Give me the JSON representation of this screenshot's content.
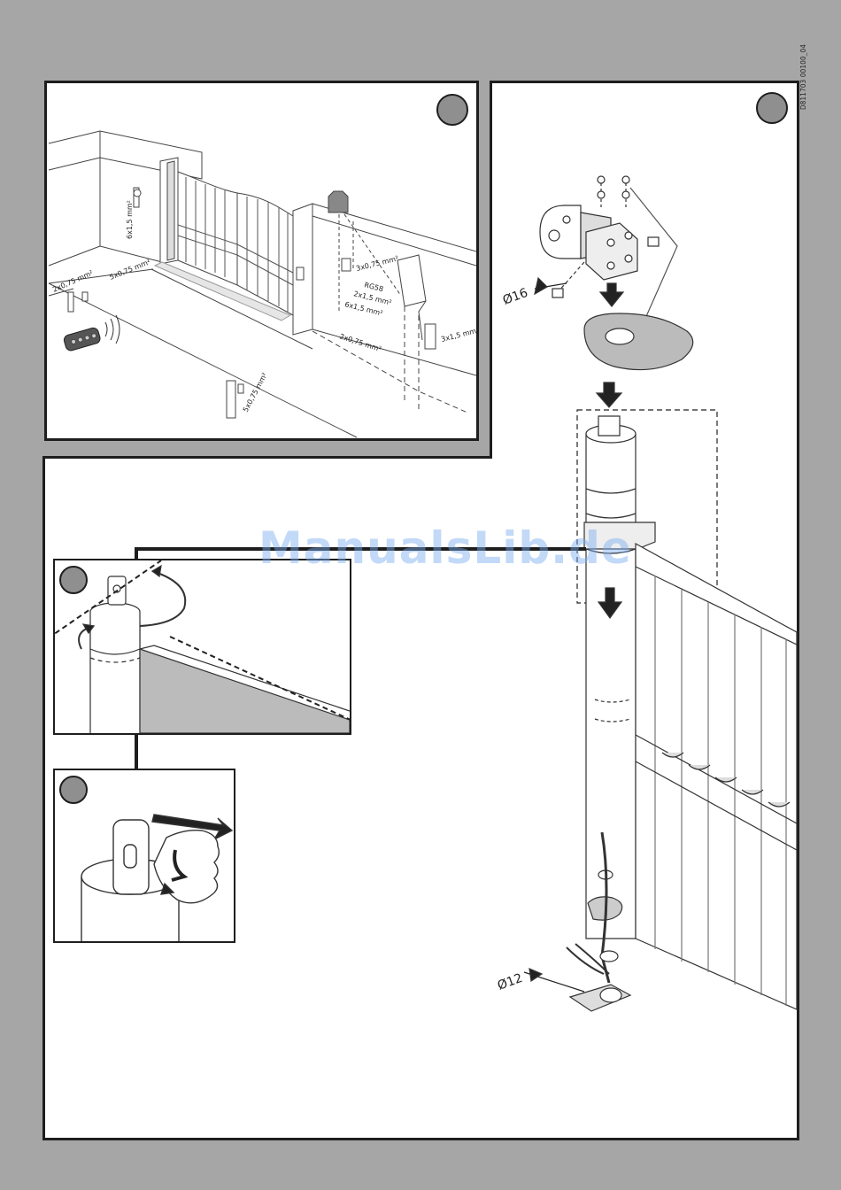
{
  "document": {
    "code": "D811703 00100_04",
    "watermark": "ManualsLib.de"
  },
  "panel_a": {
    "cables": {
      "c1": "6x1,5 mm²",
      "c2": "2x0,75 mm²",
      "c3": "5x0,75 mm²",
      "c4": "3x0,75 mm²",
      "c5": "RG58",
      "c6": "2x1,5 mm²",
      "c7": "6x1,5 mm²",
      "c8": "2x0,75 mm²",
      "c9": "3x1,5 mm²",
      "c10": "5x0,75 mm²"
    }
  },
  "panel_b": {
    "dimension": "Ø16"
  },
  "panel_c": {
    "dimension": "Ø12"
  }
}
